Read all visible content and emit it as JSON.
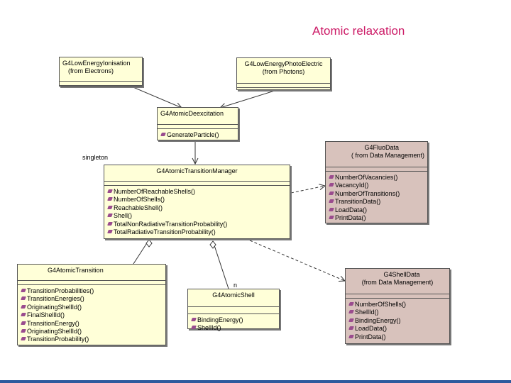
{
  "title": "Atomic relaxation",
  "labels": {
    "singleton": "singleton",
    "multiplicity": "n"
  },
  "colors": {
    "title": "#cc1a66",
    "class_yellow": "#ffffd8",
    "class_pink": "#d8c2bc",
    "bottom_bar": "#2e5a9e"
  },
  "classes": {
    "ionisation": {
      "name": "G4LowEnergyIonisation",
      "subtitle": "(from Electrons)",
      "ops": []
    },
    "photoelectric": {
      "name": "G4LowEnergyPhotoElectric",
      "subtitle": "(from Photons)",
      "ops": []
    },
    "deexcitation": {
      "name": "G4AtomicDeexcitation",
      "ops": [
        "GenerateParticle()"
      ]
    },
    "fluodata": {
      "name": "G4FluoData",
      "subtitle": "( from Data Management)",
      "ops": [
        "NumberOfVacancies()",
        "VacancyId()",
        "NumberOfTransitions()",
        "TransitionData()",
        "LoadData()",
        "PrintData()"
      ]
    },
    "manager": {
      "name": "G4AtomicTransitionManager",
      "ops": [
        "NumberOfReachableShells()",
        "NumberOfShells()",
        "ReachableShell()",
        "Shell()",
        "TotalNonRadiativeTransitionProbability()",
        "TotalRadiativeTransitionProbability()"
      ]
    },
    "transition": {
      "name": "G4AtomicTransition",
      "ops": [
        "TransitionProbabilities()",
        "TransitionEnergies()",
        "OriginatingShellId()",
        "FinalShellId()",
        "TransitionEnergy()",
        "OriginatingShellId()",
        "TransitionProbability()"
      ]
    },
    "shell": {
      "name": "G4AtomicShell",
      "ops": [
        "BindingEnergy()",
        "ShellId()"
      ]
    },
    "shelldata": {
      "name": "G4ShellData",
      "subtitle": "(from Data Management)",
      "ops": [
        "NumberOfShells()",
        "ShellId()",
        "BindingEnergy()",
        "LoadData()",
        "PrintData()"
      ]
    }
  }
}
